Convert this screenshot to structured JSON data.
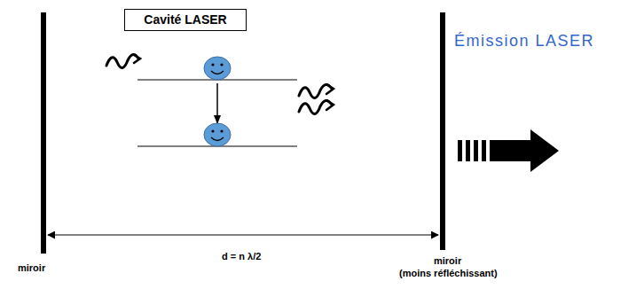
{
  "diagram": {
    "title": "Cavité LASER",
    "labels": [
      "Émission LASER",
      "d = n λ/2",
      "miroir",
      "miroir",
      "(moins réfléchissant)"
    ]
  }
}
